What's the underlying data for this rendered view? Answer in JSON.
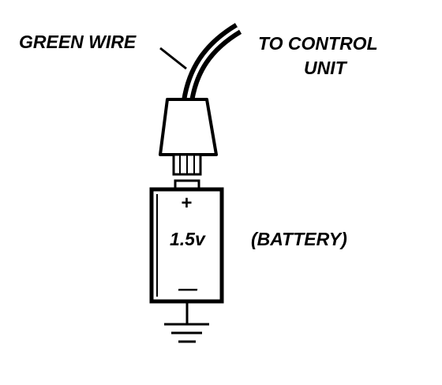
{
  "diagram": {
    "labels": {
      "green_wire": "GREEN WIRE",
      "to_control_line1": "TO CONTROL",
      "to_control_line2": "UNIT",
      "battery": "(BATTERY)",
      "voltage": "1.5v",
      "plus": "+",
      "minus": "—"
    },
    "colors": {
      "ink": "#000000",
      "background": "#ffffff"
    },
    "icons": [
      "battery-icon",
      "ground-symbol-icon",
      "connector-plug-icon",
      "wire-icon"
    ]
  }
}
